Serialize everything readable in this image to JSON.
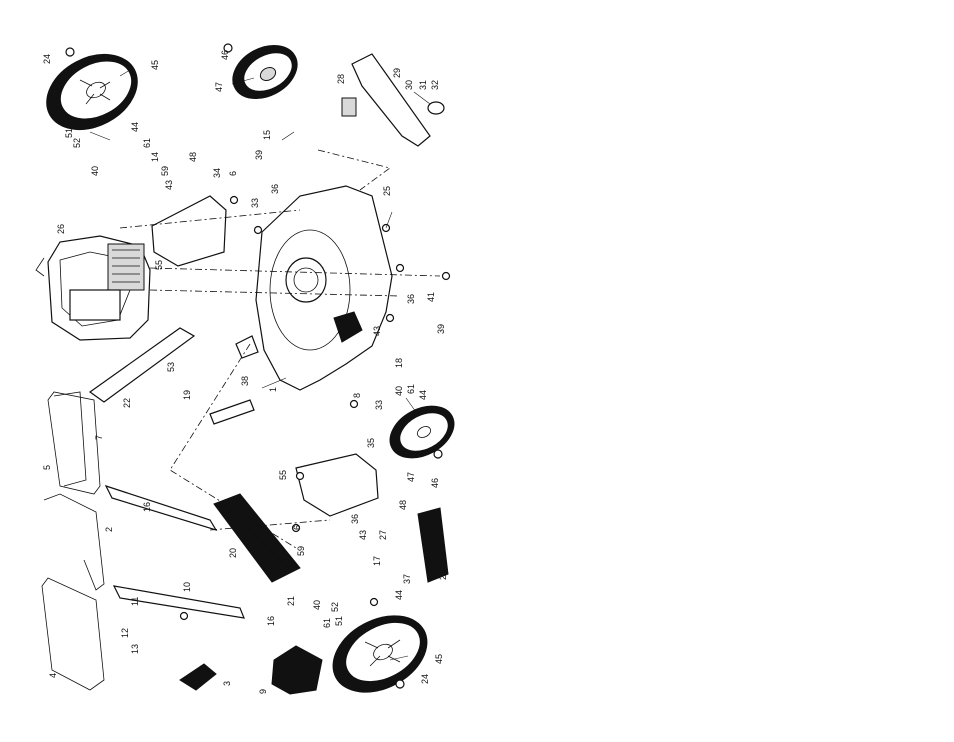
{
  "diagram": {
    "callouts": [
      "24",
      "45",
      "46",
      "47",
      "51",
      "52",
      "44",
      "61",
      "14",
      "40",
      "59",
      "43",
      "48",
      "34",
      "6",
      "39",
      "15",
      "36",
      "33",
      "26",
      "55",
      "28",
      "29",
      "30",
      "31",
      "32",
      "25",
      "41",
      "43",
      "39",
      "18",
      "40",
      "61",
      "44",
      "53",
      "38",
      "1",
      "8",
      "33",
      "22",
      "19",
      "7",
      "5",
      "35",
      "55",
      "36",
      "43",
      "48",
      "16",
      "2",
      "6",
      "20",
      "27",
      "17",
      "59",
      "37",
      "23",
      "10",
      "11",
      "21",
      "40",
      "61",
      "52",
      "51",
      "44",
      "12",
      "13",
      "16",
      "4",
      "3",
      "9",
      "45",
      "24",
      "47",
      "46",
      "36"
    ]
  }
}
